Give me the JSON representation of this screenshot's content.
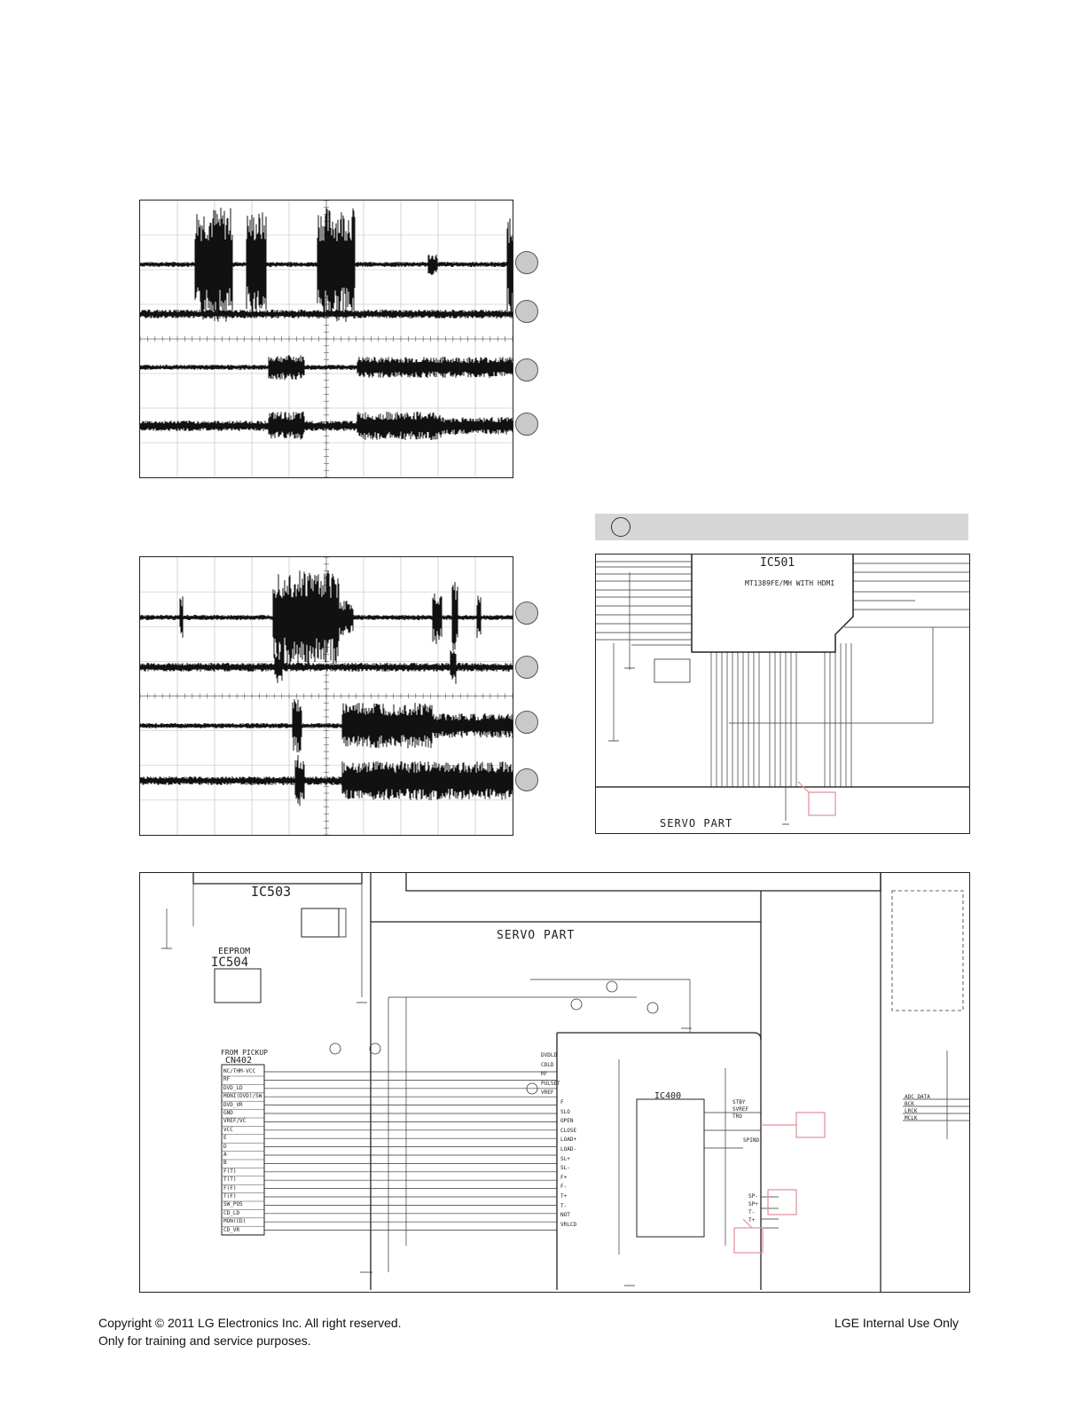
{
  "scope_top": {
    "channel_markers": [
      "",
      "",
      "",
      ""
    ]
  },
  "scope_bottom": {
    "channel_markers": [
      "",
      "",
      "",
      ""
    ]
  },
  "test_point_banner": {
    "text": ""
  },
  "schematic_top": {
    "ic_ref": "IC501",
    "ic_part": "MT1389FE/MH WITH HDMI",
    "section_label": "SERVO PART"
  },
  "schematic_bottom": {
    "ic503": "IC503",
    "eeprom": "EEPROM",
    "ic504": "IC504",
    "servo_label": "SERVO PART",
    "from_pickup": "FROM PICKUP",
    "cn402": "CN402",
    "ic400": "IC400",
    "pickup_pins": [
      "NC/THM-VCC",
      "RF",
      "DVD_LD",
      "MONI(DVD)/SW",
      "DVD_VR",
      "GND",
      "VREF/VC",
      "VCC",
      "E",
      "D",
      "A",
      "B",
      "F(T)",
      "T(T)",
      "F(F)",
      "T(F)",
      "SW_POS",
      "CD_LD",
      "MON(CD)",
      "CD_VR"
    ],
    "right_signals": [
      "DVDLD",
      "CDLD",
      "RF",
      "PULSET",
      "VREF",
      "F",
      "SLO",
      "OPEN",
      "CLOSE",
      "LOAD+",
      "LOAD-",
      "SL+",
      "SL-",
      "F+",
      "F-",
      "T+",
      "T-",
      "NOT",
      "VRLCD"
    ],
    "audio_signals": [
      "ADC_DATA",
      "BCK",
      "LRCK",
      "MCLK"
    ],
    "ic400_right": [
      "STBY",
      "SVREF",
      "TRO",
      "SPIND"
    ],
    "ic400_outputs": [
      "SP-",
      "SP+",
      "T-",
      "T+"
    ]
  },
  "footer": {
    "copyright_line1": "Copyright © 2011 LG Electronics Inc. All right reserved.",
    "copyright_line2": "Only for training and service purposes.",
    "internal": "LGE Internal Use Only"
  }
}
